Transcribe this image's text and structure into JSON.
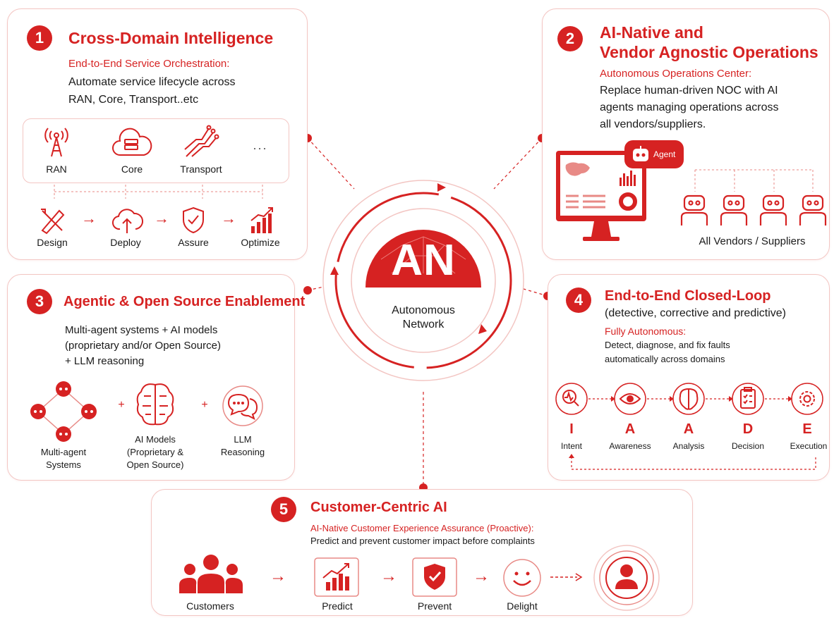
{
  "center": {
    "badge": "AN",
    "line1": "Autonomous",
    "line2": "Network"
  },
  "p1": {
    "num": "1",
    "title": "Cross-Domain Intelligence",
    "subtitle": "End-to-End Service Orchestration:",
    "line1": "Automate service lifecycle across",
    "line2": "RAN, Core, Transport..etc",
    "domains": [
      "RAN",
      "Core",
      "Transport"
    ],
    "more": "...",
    "steps": [
      "Design",
      "Deploy",
      "Assure",
      "Optimize"
    ]
  },
  "p2": {
    "num": "2",
    "title1": "AI-Native and",
    "title2": "Vendor Agnostic Operations",
    "subtitle": "Autonomous Operations Center:",
    "line1": "Replace human-driven NOC with AI",
    "line2": "agents managing operations across",
    "line3": "all vendors/suppliers.",
    "agent": "Agent",
    "vendors": "All Vendors / Suppliers"
  },
  "p3": {
    "num": "3",
    "title": "Agentic & Open Source Enablement",
    "line1": "Multi-agent systems + AI models",
    "line2": "(proprietary and/or Open Source)",
    "line3": "+ LLM reasoning",
    "items": [
      {
        "l1": "Multi-agent",
        "l2": "Systems",
        "l3": ""
      },
      {
        "l1": "AI Models",
        "l2": "(Proprietary &",
        "l3": "Open Source)"
      },
      {
        "l1": "LLM",
        "l2": "Reasoning",
        "l3": ""
      }
    ],
    "plus": "+"
  },
  "p4": {
    "num": "4",
    "title": "End-to-End Closed-Loop",
    "title2": "(detective, corrective and predictive)",
    "subtitle": "Fully Autonomous:",
    "line1": "Detect, diagnose, and fix faults",
    "line2": "automatically across domains",
    "letters": [
      "I",
      "A",
      "A",
      "D",
      "E"
    ],
    "stages": [
      "Intent",
      "Awareness",
      "Analysis",
      "Decision",
      "Execution"
    ]
  },
  "p5": {
    "num": "5",
    "title": "Customer-Centric AI",
    "subtitle": "AI-Native Customer Experience Assurance (Proactive):",
    "line1": "Predict and prevent customer impact before complaints",
    "steps": [
      "Customers",
      "Predict",
      "Prevent",
      "Delight"
    ]
  },
  "colors": {
    "accent": "#d62222",
    "border": "#f3c6c3",
    "dashed": "#e88a86"
  }
}
